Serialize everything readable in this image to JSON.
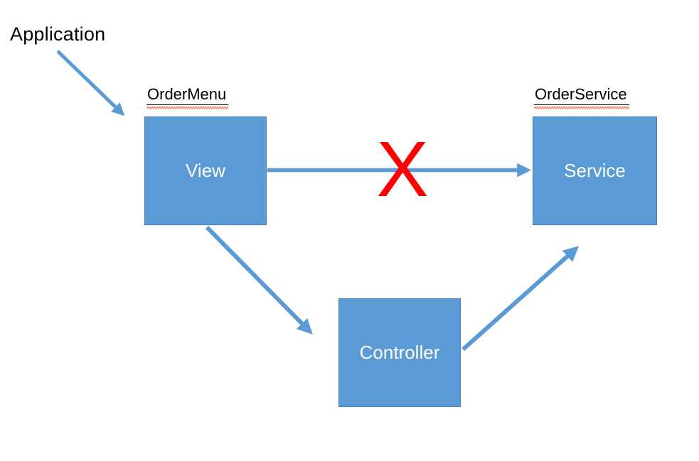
{
  "colors": {
    "node_fill": "#5b9bd5",
    "node_border": "#4a7ebb",
    "arrow": "#5b9bd5",
    "x_mark": "#ff0000",
    "node_text": "#ffffff",
    "label_text": "#000000",
    "spellcheck": "#f4796b"
  },
  "annotation": {
    "label": "Application"
  },
  "nodes": [
    {
      "id": "view",
      "caption": "OrderMenu",
      "label": "View"
    },
    {
      "id": "service",
      "caption": "OrderService",
      "label": "Service"
    },
    {
      "id": "controller",
      "caption": "",
      "label": "Controller"
    }
  ],
  "edges": [
    {
      "id": "application-to-view",
      "from": "Application",
      "to": "View",
      "blocked": false,
      "marker": ""
    },
    {
      "id": "view-to-service",
      "from": "View",
      "to": "Service",
      "blocked": true,
      "marker": "X"
    },
    {
      "id": "view-to-controller",
      "from": "View",
      "to": "Controller",
      "blocked": false,
      "marker": ""
    },
    {
      "id": "controller-to-service",
      "from": "Controller",
      "to": "Service",
      "blocked": false,
      "marker": ""
    }
  ]
}
